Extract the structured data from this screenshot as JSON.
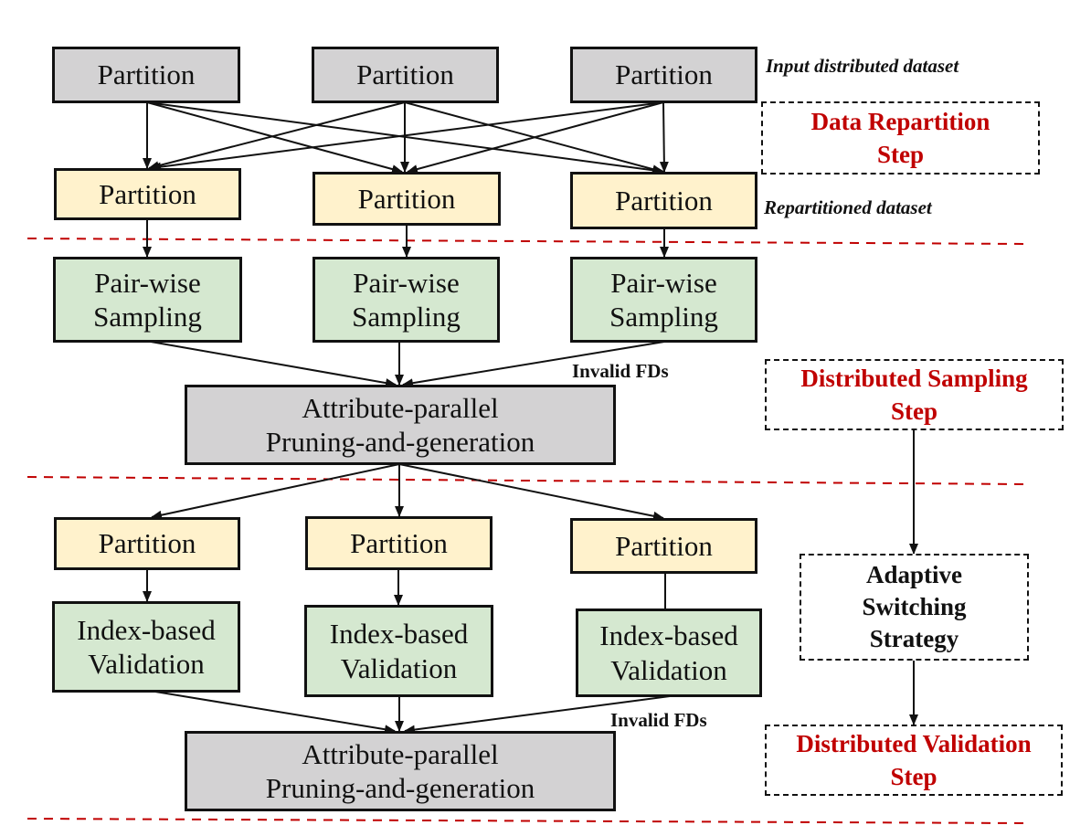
{
  "stage1": {
    "input_partitions": [
      "Partition",
      "Partition",
      "Partition"
    ],
    "input_label": "Input distributed dataset",
    "repartitioned": [
      "Partition",
      "Partition",
      "Partition"
    ],
    "repartitioned_label": "Repartitioned dataset",
    "step_label": [
      "Data Repartition",
      "Step"
    ]
  },
  "stage2": {
    "samplers": [
      [
        "Pair-wise",
        "Sampling"
      ],
      [
        "Pair-wise",
        "Sampling"
      ],
      [
        "Pair-wise",
        "Sampling"
      ]
    ],
    "invalid_label": "Invalid FDs",
    "pruning": [
      "Attribute-parallel",
      "Pruning-and-generation"
    ],
    "step_label": [
      "Distributed Sampling",
      "Step"
    ]
  },
  "stage3": {
    "partitions": [
      "Partition",
      "Partition",
      "Partition"
    ],
    "validators": [
      [
        "Index-based",
        "Validation"
      ],
      [
        "Index-based",
        "Validation"
      ],
      [
        "Index-based",
        "Validation"
      ]
    ],
    "invalid_label": "Invalid FDs",
    "pruning": [
      "Attribute-parallel",
      "Pruning-and-generation"
    ],
    "step_label": [
      "Distributed Validation",
      "Step"
    ]
  },
  "strategy": [
    "Adaptive",
    "Switching",
    "Strategy"
  ],
  "colors": {
    "gray_box": "#d3d2d3",
    "yellow_box": "#fff2cc",
    "green_box": "#d5e8d0",
    "step_red": "#c00000",
    "separator_red": "#c00000"
  }
}
